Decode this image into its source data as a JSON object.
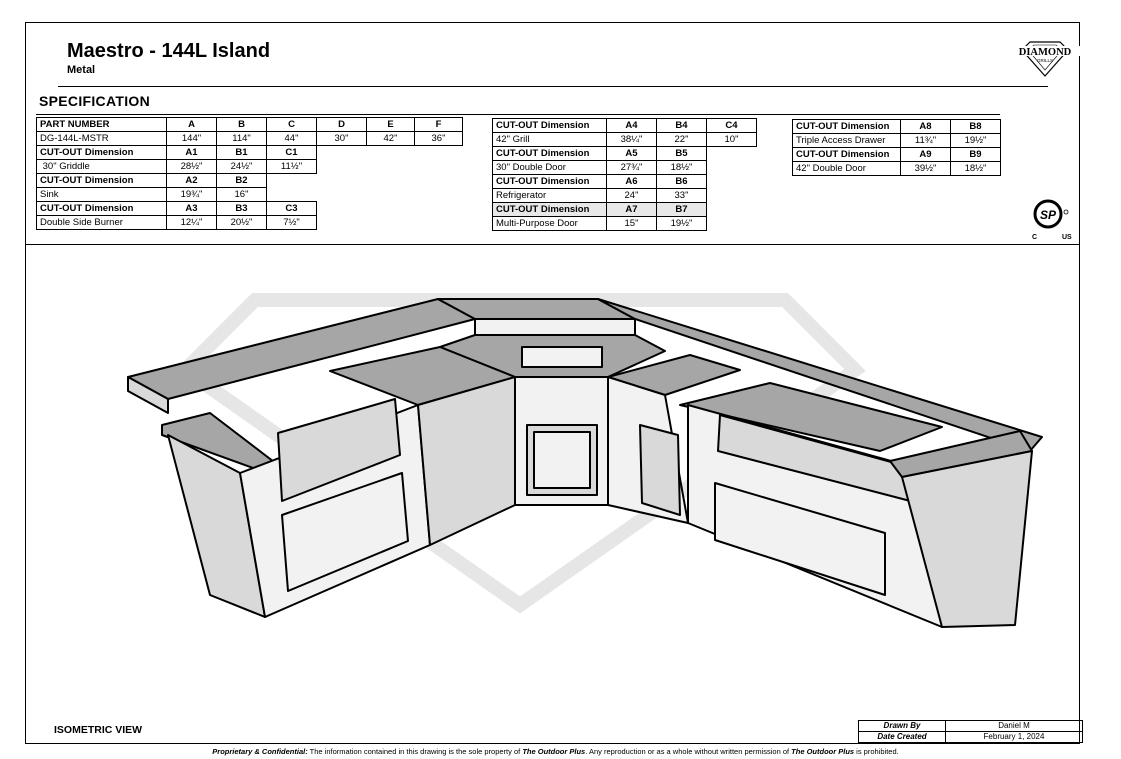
{
  "header": {
    "title": "Maestro - 144L Island",
    "subtitle": "Metal",
    "section": "SPECIFICATION",
    "logo_text": "DIAMOND",
    "logo_subtext": "GRILLS"
  },
  "spec_table_1": {
    "header": [
      "PART NUMBER",
      "A",
      "B",
      "C",
      "D",
      "E",
      "F"
    ],
    "part_row": [
      "DG-144L-MSTR",
      "144\"",
      "114\"",
      "44\"",
      "30\"",
      "42\"",
      "36\""
    ],
    "groups": [
      {
        "header": [
          "CUT-OUT Dimension",
          "A1",
          "B1",
          "C1"
        ],
        "row": [
          " 30\" Griddle",
          "28½\"",
          "24½\"",
          "11½\""
        ]
      },
      {
        "header": [
          "CUT-OUT Dimension",
          "A2",
          "B2"
        ],
        "row": [
          "Sink",
          "19¾\"",
          "16\""
        ]
      },
      {
        "header": [
          "CUT-OUT Dimension",
          "A3",
          "B3",
          "C3"
        ],
        "row": [
          "Double Side Burner",
          "12¼\"",
          "20½\"",
          "7½\""
        ]
      }
    ]
  },
  "spec_table_2": {
    "groups": [
      {
        "header": [
          "CUT-OUT Dimension",
          "A4",
          "B4",
          "C4"
        ],
        "row": [
          "42\" Grill",
          "38¼\"",
          "22\"",
          "10\""
        ]
      },
      {
        "header": [
          "CUT-OUT Dimension",
          "A5",
          "B5"
        ],
        "row": [
          "30\" Double Door",
          "27¾\"",
          "18½\""
        ]
      },
      {
        "header": [
          "CUT-OUT Dimension",
          "A6",
          "B6"
        ],
        "row": [
          "Refrigerator",
          "24\"",
          "33\""
        ]
      },
      {
        "header": [
          "CUT-OUT Dimension",
          "A7",
          "B7"
        ],
        "row": [
          "Multi-Purpose Door",
          "15\"",
          "19½\""
        ]
      }
    ]
  },
  "spec_table_3": {
    "groups": [
      {
        "header": [
          "CUT-OUT Dimension",
          "A8",
          "B8"
        ],
        "row": [
          "Triple Access Drawer",
          "11¾\"",
          "19½\""
        ]
      },
      {
        "header": [
          "CUT-OUT Dimension",
          "A9",
          "B9"
        ],
        "row": [
          "42\" Double Door",
          "39½\"",
          "18½\""
        ]
      }
    ]
  },
  "certification": {
    "mark": "SP",
    "left": "C",
    "right": "US"
  },
  "view_label": "ISOMETRIC VIEW",
  "title_block": {
    "drawn_by_label": "Drawn By",
    "drawn_by": "Daniel M",
    "date_label": "Date Created",
    "date": "February 1, 2024"
  },
  "footer": {
    "lead": "Proprietary & Confidential:",
    "text1": " The information contained in this drawing is the sole property of ",
    "company1": "The Outdoor Plus",
    "text2": ". Any reproduction or as a whole without written permission of ",
    "company2": "The Outdoor Plus",
    "text3": " is prohibited."
  },
  "colors": {
    "line": "#000000",
    "counter_top": "#a6a6a6",
    "cabinet_face": "#f2f2f2",
    "cabinet_side": "#d9d9d9",
    "watermark": "#e6e6e6"
  }
}
